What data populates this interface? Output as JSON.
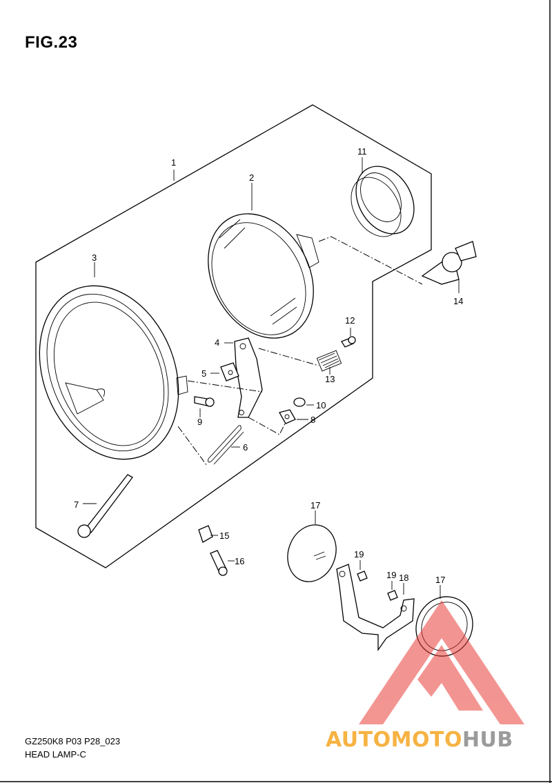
{
  "figure": {
    "title": "FIG.23",
    "model_code": "GZ250K8 P03 P28_023",
    "section_name": "HEAD LAMP-C"
  },
  "parts": [
    {
      "ref": "1"
    },
    {
      "ref": "2"
    },
    {
      "ref": "3"
    },
    {
      "ref": "4"
    },
    {
      "ref": "5"
    },
    {
      "ref": "6"
    },
    {
      "ref": "7"
    },
    {
      "ref": "8"
    },
    {
      "ref": "9"
    },
    {
      "ref": "10"
    },
    {
      "ref": "11"
    },
    {
      "ref": "12"
    },
    {
      "ref": "13"
    },
    {
      "ref": "14"
    },
    {
      "ref": "15"
    },
    {
      "ref": "16"
    },
    {
      "ref": "17"
    },
    {
      "ref": "17"
    },
    {
      "ref": "18"
    },
    {
      "ref": "19"
    },
    {
      "ref": "19"
    }
  ],
  "watermark": {
    "logo_prefix": "AUTOMOTO",
    "logo_suffix": "HUB",
    "prefix_color": "#f5a623",
    "suffix_color": "#8a8a8a",
    "mark_color": "#e8403a"
  }
}
